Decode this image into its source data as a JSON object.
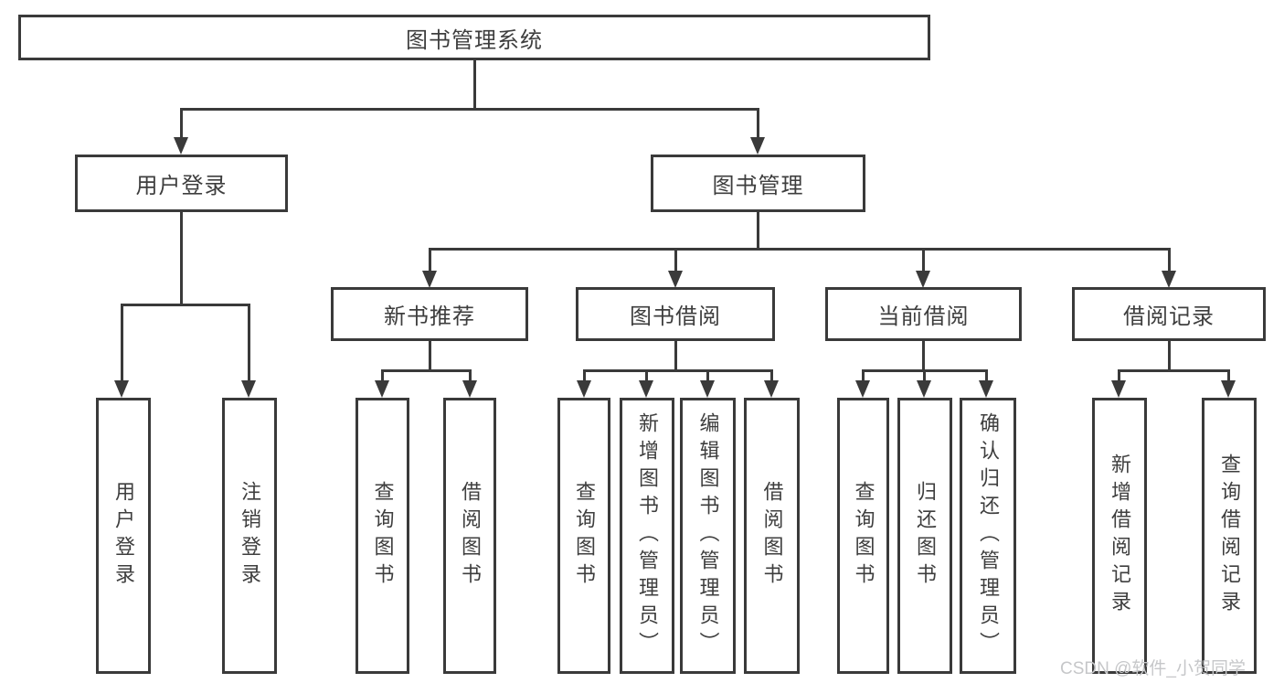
{
  "colors": {
    "line": "#3a3a3a",
    "text": "#3e3e3e",
    "box_background": "#ffffff",
    "watermark": "#c6c7c9",
    "page_background": "#ffffff"
  },
  "tree": {
    "root": {
      "label": "图书管理系统"
    },
    "level2": [
      {
        "label": "用户登录",
        "parent": "图书管理系统"
      },
      {
        "label": "图书管理",
        "parent": "图书管理系统"
      }
    ],
    "level3": [
      {
        "label": "新书推荐",
        "parent": "图书管理"
      },
      {
        "label": "图书借阅",
        "parent": "图书管理"
      },
      {
        "label": "当前借阅",
        "parent": "图书管理"
      },
      {
        "label": "借阅记录",
        "parent": "图书管理"
      }
    ],
    "leaves": [
      {
        "label": "用户登录",
        "parent": "用户登录"
      },
      {
        "label": "注销登录",
        "parent": "用户登录"
      },
      {
        "label": "查询图书",
        "parent": "新书推荐"
      },
      {
        "label": "借阅图书",
        "parent": "新书推荐"
      },
      {
        "label": "查询图书",
        "parent": "图书借阅"
      },
      {
        "label": "新增图书（管理员）",
        "parent": "图书借阅"
      },
      {
        "label": "编辑图书（管理员）",
        "parent": "图书借阅"
      },
      {
        "label": "借阅图书",
        "parent": "图书借阅"
      },
      {
        "label": "查询图书",
        "parent": "当前借阅"
      },
      {
        "label": "归还图书",
        "parent": "当前借阅"
      },
      {
        "label": "确认归还（管理员）",
        "parent": "当前借阅"
      },
      {
        "label": "新增借阅记录",
        "parent": "借阅记录"
      },
      {
        "label": "查询借阅记录",
        "parent": "借阅记录"
      }
    ]
  },
  "watermark": {
    "text": "CSDN @软件_小贺同学"
  }
}
